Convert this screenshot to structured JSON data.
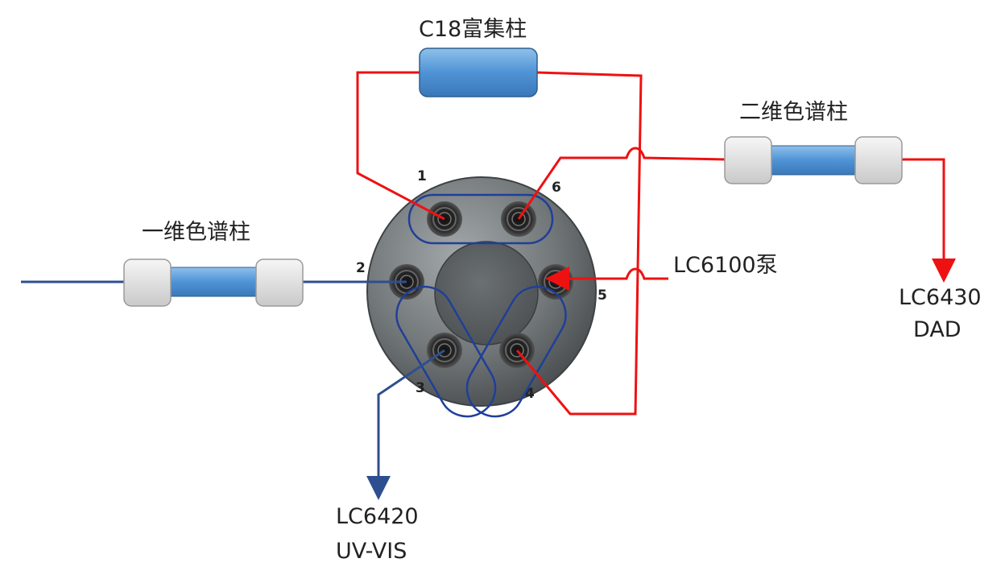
{
  "labels": {
    "c18_column": "C18富集柱",
    "second_dim_column": "二维色谱柱",
    "first_dim_column": "一维色谱柱",
    "pump": "LC6100泵",
    "detector_dad_model": "LC6430",
    "detector_dad_type": "DAD",
    "detector_uv_model": "LC6420",
    "detector_uv_type": "UV-VIS"
  },
  "ports": [
    "1",
    "2",
    "3",
    "4",
    "5",
    "6"
  ],
  "colors": {
    "flow_red": "#ee1111",
    "flow_blue": "#2e4f8f",
    "column_blue": "#4f93d6",
    "valve_body": "#6f7476",
    "loop_outline": "#1f3f99"
  }
}
